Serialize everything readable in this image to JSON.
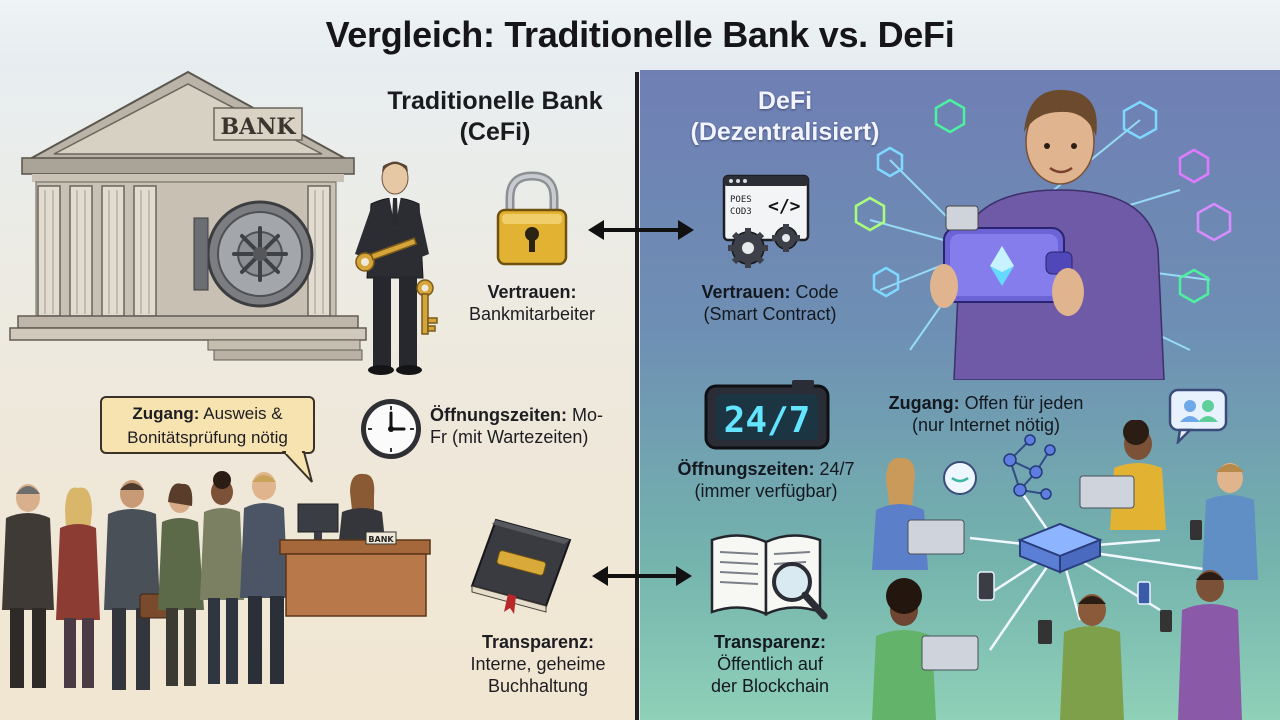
{
  "title": "Vergleich: Traditionelle Bank vs. DeFi",
  "left_column": {
    "heading_line1": "Traditionelle Bank",
    "heading_line2": "(CeFi)",
    "bank_sign": "BANK",
    "desk_sign": "BANK",
    "trust": {
      "label": "Vertrauen:",
      "text": "Bankmitarbeiter"
    },
    "access": {
      "label": "Zugang:",
      "text_line1": "Ausweis &",
      "text_line2": "Bonitätsprüfung nötig"
    },
    "hours": {
      "label": "Öffnungszeiten:",
      "text_line1": "Mo-",
      "text_line2": "Fr (mit Wartezeiten)"
    },
    "transparency": {
      "label": "Transparenz:",
      "text_line1": "Interne, geheime",
      "text_line2": "Buchhaltung"
    }
  },
  "right_column": {
    "heading_line1": "DeFi",
    "heading_line2": "(Dezentralisiert)",
    "code_lines": [
      "POES",
      "COD3"
    ],
    "code_symbol": "</>",
    "clock_display": "24/7",
    "trust": {
      "label": "Vertrauen:",
      "text_line1": "Code",
      "text_line2": "(Smart Contract)"
    },
    "access": {
      "label": "Zugang:",
      "text_line1": "Offen für jeden",
      "text_line2": "(nur Internet nötig)"
    },
    "hours": {
      "label": "Öffnungszeiten:",
      "text_line1": "24/7",
      "text_line2": "(immer verfügbar)"
    },
    "transparency": {
      "label": "Transparenz:",
      "text_line1": "Öffentlich auf",
      "text_line2": "der Blockchain"
    }
  },
  "colors": {
    "left_bg": "#eee9dd",
    "right_bg": "#6e8fb4",
    "accent_gold": "#e2b233",
    "neon_blue": "#66d9ff",
    "text_dark": "#16161a"
  },
  "icons": [
    "bank-building-icon",
    "padlock-icon",
    "wall-clock-icon",
    "ledger-book-icon",
    "smart-contract-code-icon",
    "digital-clock-icon",
    "open-book-magnifier-icon",
    "crypto-wallet-icon",
    "network-hub-icon",
    "chat-users-icon"
  ]
}
